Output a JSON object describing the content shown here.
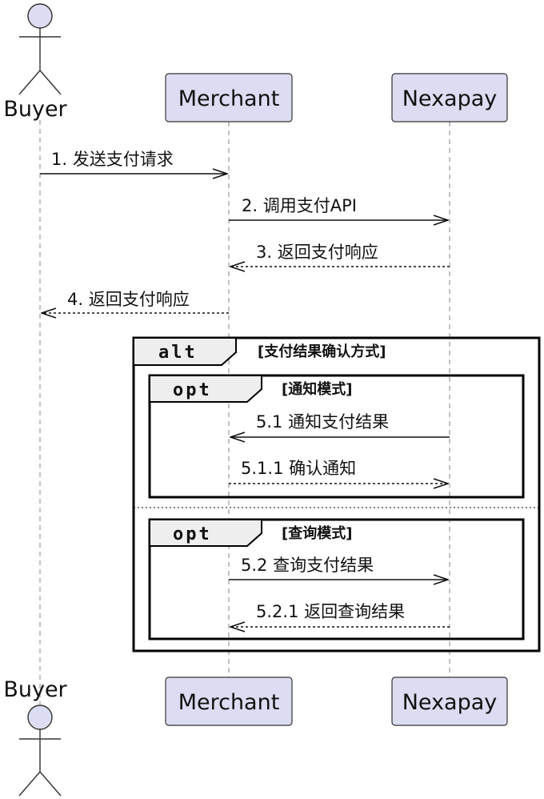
{
  "participants": {
    "buyer": "Buyer",
    "merchant": "Merchant",
    "nexapay": "Nexapay"
  },
  "messages": [
    {
      "label": "1. 发送支付请求",
      "from": "buyer",
      "to": "merchant",
      "style": "solid"
    },
    {
      "label": "2. 调用支付API",
      "from": "merchant",
      "to": "nexapay",
      "style": "solid"
    },
    {
      "label": "3. 返回支付响应",
      "from": "nexapay",
      "to": "merchant",
      "style": "dashed"
    },
    {
      "label": "4. 返回支付响应",
      "from": "merchant",
      "to": "buyer",
      "style": "dashed"
    },
    {
      "label": "5.1 通知支付结果",
      "from": "nexapay",
      "to": "merchant",
      "style": "solid"
    },
    {
      "label": "5.1.1 确认通知",
      "from": "merchant",
      "to": "nexapay",
      "style": "dashed"
    },
    {
      "label": "5.2 查询支付结果",
      "from": "merchant",
      "to": "nexapay",
      "style": "solid"
    },
    {
      "label": "5.2.1 返回查询结果",
      "from": "nexapay",
      "to": "merchant",
      "style": "dashed"
    }
  ],
  "frames": {
    "alt": {
      "keyword": "alt",
      "guard": "[支付结果确认方式]"
    },
    "opt1": {
      "keyword": "opt",
      "guard": "[通知模式]"
    },
    "opt2": {
      "keyword": "opt",
      "guard": "[查询模式]"
    }
  },
  "colors": {
    "participant_fill": "#dcdcf2",
    "frame_tab_fill": "#eeeeee",
    "lifeline": "#999999"
  }
}
